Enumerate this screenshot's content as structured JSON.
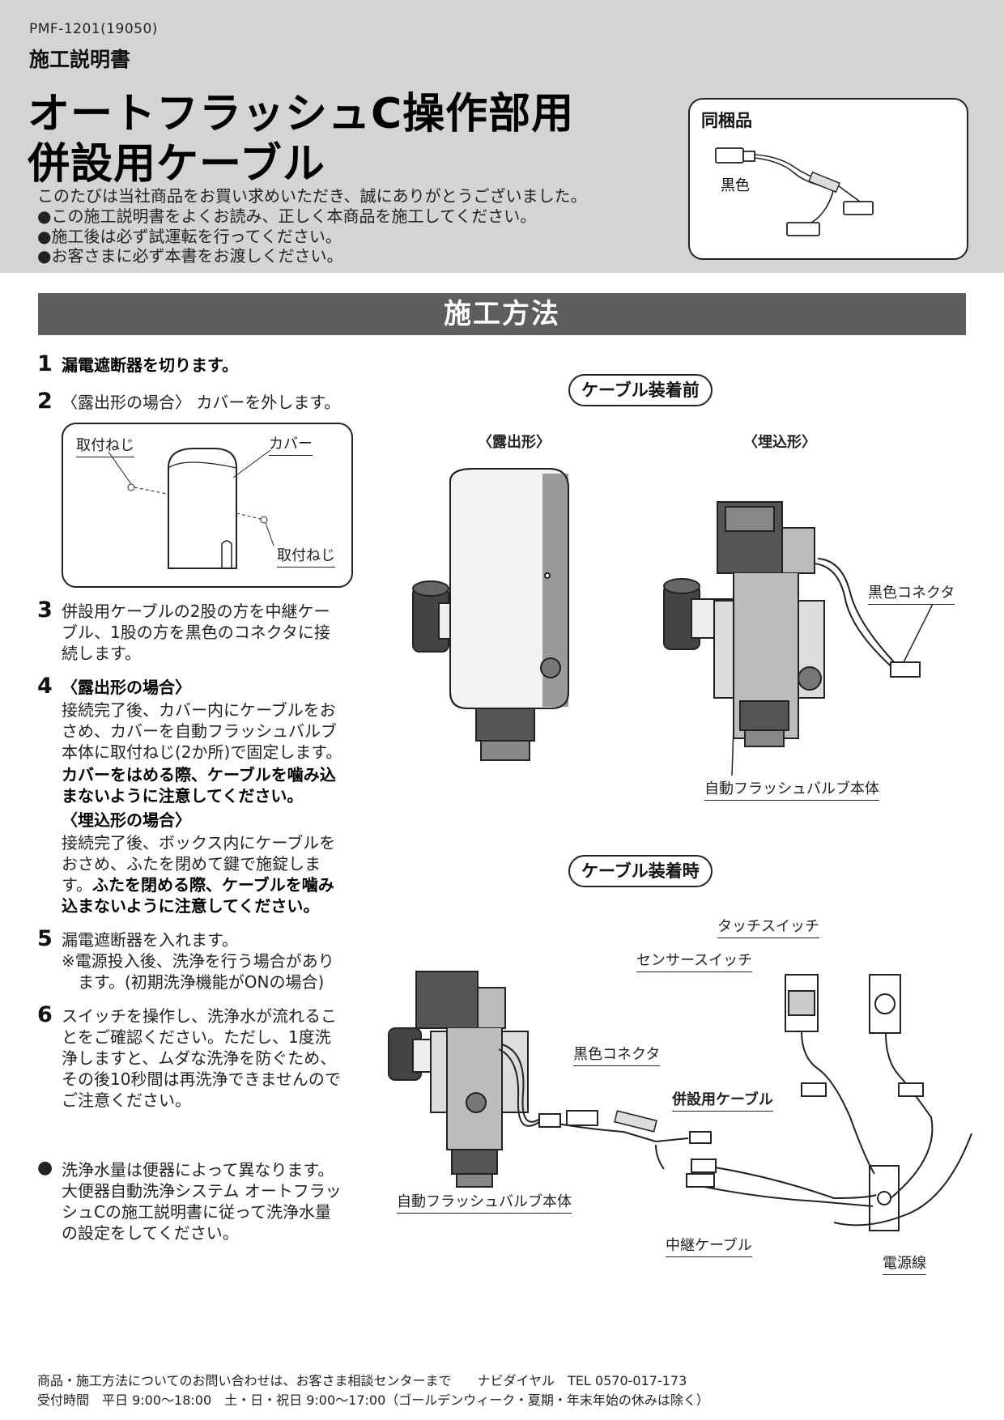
{
  "header": {
    "doc_code": "PMF-1201(19050)",
    "doc_type": "施工説明書",
    "title_line1": "オートフラッシュC操作部用",
    "title_line2": "併設用ケーブル",
    "intro": [
      "このたびは当社商品をお買い求めいただき、誠にありがとうございました。",
      "●この施工説明書をよくお読み、正しく本商品を施工してください。",
      "●施工後は必ず試運転を行ってください。",
      "●お客さまに必ず本書をお渡しください。"
    ]
  },
  "contents_box": {
    "title": "同梱品",
    "black_label": "黒色"
  },
  "section_title": "施工方法",
  "steps": {
    "s1": {
      "num": "1",
      "text": "漏電遮断器を切ります。"
    },
    "s2": {
      "num": "2",
      "text": "〈露出形の場合〉 カバーを外します。",
      "fig": {
        "screw_left": "取付ねじ",
        "cover": "カバー",
        "screw_right": "取付ねじ"
      }
    },
    "s3": {
      "num": "3",
      "lines": [
        "併設用ケーブルの2股の方を中継ケー",
        "ブル、1股の方を黒色のコネクタに接",
        "続します。"
      ]
    },
    "s4": {
      "num": "4",
      "head_exposed": "〈露出形の場合〉",
      "exposed_lines": [
        "接続完了後、カバー内にケーブルをお",
        "さめ、カバーを自動フラッシュバルブ",
        "本体に取付ねじ(2か所)で固定します。"
      ],
      "exposed_warn": [
        "カバーをはめる際、ケーブルを噛み込",
        "まないように注意してください。"
      ],
      "head_embedded": "〈埋込形の場合〉",
      "embedded_line1": "接続完了後、ボックス内にケーブルを",
      "embedded_line2": "おさめ、ふたを閉めて鍵で施錠しま",
      "embedded_line3a": "す。",
      "embedded_line3b": "ふたを閉める際、ケーブルを噛み",
      "embedded_line4": "込まないように注意してください。"
    },
    "s5": {
      "num": "5",
      "lines": [
        "漏電遮断器を入れます。",
        "※電源投入後、洗浄を行う場合があり",
        "　ます。(初期洗浄機能がONの場合)"
      ]
    },
    "s6": {
      "num": "6",
      "lines": [
        "スイッチを操作し、洗浄水が流れるこ",
        "とをご確認ください。ただし、1度洗",
        "浄しますと、ムダな洗浄を防ぐため、",
        "その後10秒間は再洗浄できませんので",
        "ご注意ください。"
      ]
    },
    "note": {
      "bullet": "●",
      "lines": [
        "洗浄水量は便器によって異なります。",
        "大便器自動洗浄システム オートフラッ",
        "シュCの施工説明書に従って洗浄水量",
        "の設定をしてください。"
      ]
    }
  },
  "figures": {
    "before": {
      "pill": "ケーブル装着前",
      "exposed": "〈露出形〉",
      "embedded": "〈埋込形〉",
      "black_connector": "黒色コネクタ",
      "valve_body": "自動フラッシュバルブ本体"
    },
    "after": {
      "pill": "ケーブル装着時",
      "touch_switch": "タッチスイッチ",
      "sensor_switch": "センサースイッチ",
      "black_connector": "黒色コネクタ",
      "combo_cable": "併設用ケーブル",
      "valve_body": "自動フラッシュバルブ本体",
      "relay_cable": "中継ケーブル",
      "power_line": "電源線"
    }
  },
  "footer": {
    "line1": "商品・施工方法についてのお問い合わせは、お客さま相談センターまで　　ナビダイヤル　TEL 0570-017-173",
    "line2": "受付時間　平日 9:00〜18:00　土・日・祝日 9:00〜17:00（ゴールデンウィーク・夏期・年末年始の休みは除く）"
  }
}
